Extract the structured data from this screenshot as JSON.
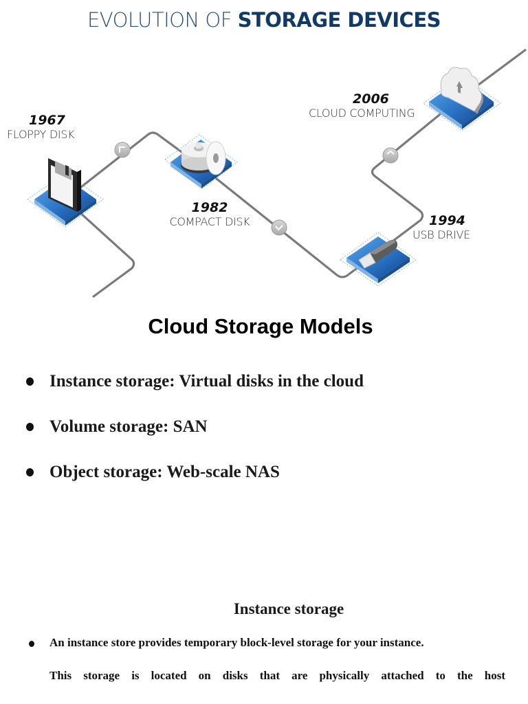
{
  "infographic": {
    "title_light": "EVOLUTION OF ",
    "title_bold": "STORAGE DEVICES",
    "colors": {
      "title": "#123a66",
      "tile": "#2f7fd0",
      "line": "#7a7a7a"
    },
    "milestones": [
      {
        "year": "1967",
        "name": "FLOPPY DISK",
        "icon": "floppy-disk-icon"
      },
      {
        "year": "1982",
        "name": "COMPACT DISK",
        "icon": "compact-disk-icon"
      },
      {
        "year": "1994",
        "name": "USB DRIVE",
        "icon": "usb-drive-icon"
      },
      {
        "year": "2006",
        "name": "CLOUD COMPUTING",
        "icon": "cloud-icon"
      }
    ]
  },
  "models": {
    "title": "Cloud Storage Models",
    "items": [
      "Instance storage: Virtual disks in the cloud",
      "Volume storage: SAN",
      "Object storage: Web-scale NAS"
    ]
  },
  "instance": {
    "title": "Instance storage",
    "lines": [
      "An instance store provides temporary block-level storage for your instance.",
      "This storage is located on disks that are physically attached to the host"
    ]
  }
}
